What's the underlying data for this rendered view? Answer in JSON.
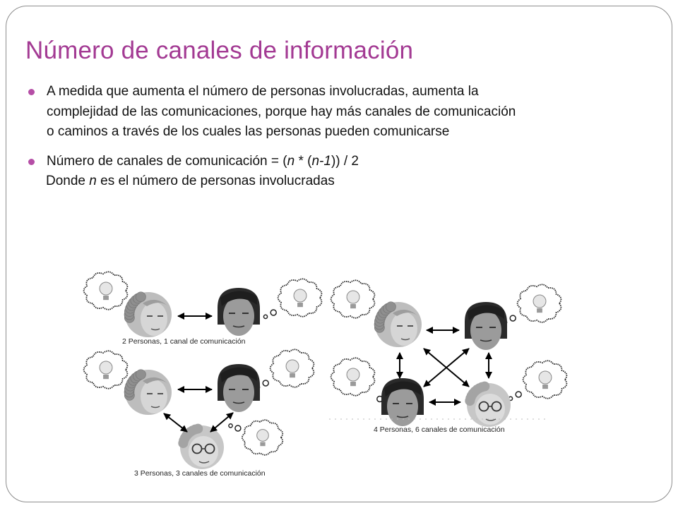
{
  "slide": {
    "title": "Número de canales de información",
    "bullets": [
      {
        "lines": [
          "A medida que aumenta el número de personas involucradas, aumenta la",
          "complejidad de las comunicaciones, porque hay más canales de comunicación",
          "o caminos a través de los cuales las personas pueden comunicarse"
        ]
      },
      {
        "formula": {
          "prefix": "Número de canales de comunicación = (",
          "var1": "n",
          "mid1": " * (",
          "var2": "n-1",
          "suffix": ")) / 2"
        },
        "note": {
          "prefix": "Donde ",
          "var": "n",
          "suffix": " es el número de personas involucradas"
        }
      }
    ]
  },
  "figure": {
    "captions": {
      "two": "2 Personas, 1 canal de comunicación",
      "three": "3 Personas, 3 canales de comunicación",
      "four": "4 Personas, 6 canales de comunicación"
    }
  }
}
